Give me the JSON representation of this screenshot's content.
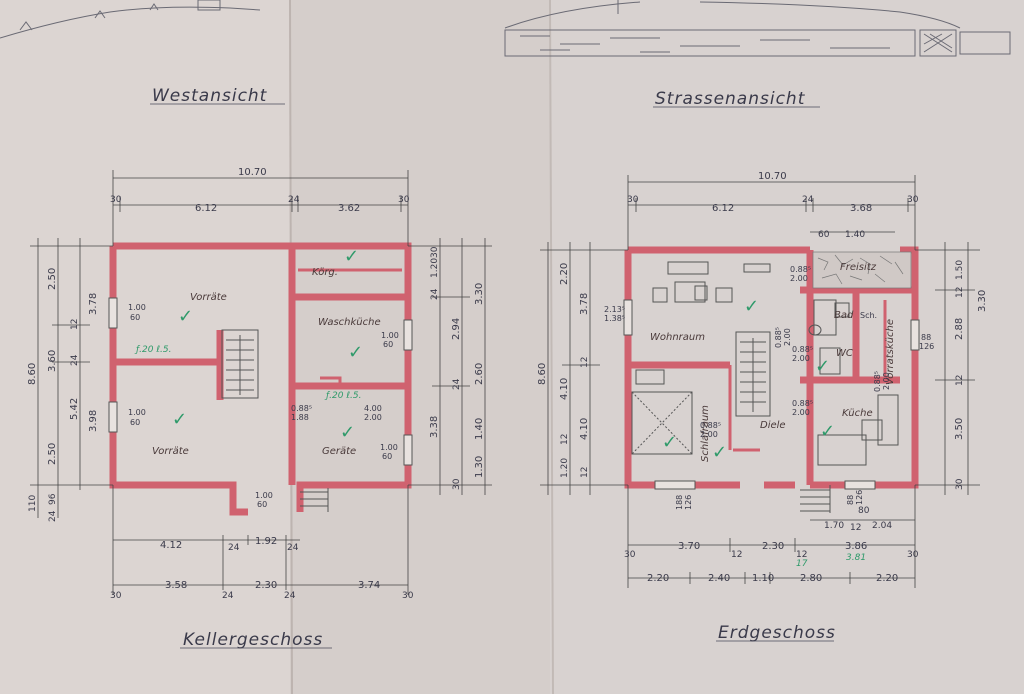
{
  "titles": {
    "west": "Westansicht",
    "street": "Strassenansicht",
    "basement": "Kellergeschoss",
    "ground": "Erdgeschoss"
  },
  "basement": {
    "rooms": {
      "vorraete_top": "Vorräte",
      "vorraete_bottom": "Vorräte",
      "koerg": "Körg.",
      "waschkueche": "Waschküche",
      "geraete": "Geräte"
    },
    "windows": {
      "w1": [
        "1.00",
        "60"
      ],
      "w2": [
        "1.00",
        "60"
      ],
      "w3": [
        "1.00",
        "60"
      ],
      "w4": [
        "1.00",
        "60"
      ],
      "w5": [
        "4.00",
        "2.00"
      ],
      "door": [
        "0.88⁵",
        "1.88"
      ],
      "stair_small": [
        "1.00",
        "60"
      ]
    },
    "dims_top": {
      "total": "10.70",
      "left_wall": "30",
      "a": "6.12",
      "mid_wall": "24",
      "b": "3.62",
      "right_wall": "30"
    },
    "dims_bottom1": {
      "a": "4.12",
      "w1": "24",
      "b": "1.92",
      "w2": "24"
    },
    "dims_bottom2": {
      "left_wall": "30",
      "a": "3.58",
      "w1": "24",
      "b": "2.30",
      "w2": "24",
      "c": "3.74",
      "right_wall": "30"
    },
    "dims_left_outer": {
      "total": "8.60",
      "a": "2.50",
      "b": "3.60",
      "c": "2.50",
      "d": "110",
      "e": "96",
      "f": "24"
    },
    "dims_left_inner": {
      "a": "3.78",
      "b": "12",
      "c": "5.42",
      "d": "24",
      "e": "3.98"
    },
    "dims_right": {
      "a": "1.20",
      "b": "24",
      "c": "3.30",
      "d": "2.94",
      "e": "2.60",
      "f": "24",
      "g": "3.38",
      "h": "1.40",
      "i": "1.30",
      "j": "30",
      "k": "30"
    },
    "notes": {
      "n1": "ƒ.20 ℓ.5.",
      "n2": "ƒ.20 ℓ.5."
    }
  },
  "ground": {
    "rooms": {
      "wohnraum": "Wohnraum",
      "schlafraum": "Schlafraum",
      "diele": "Diele",
      "kueche": "Küche",
      "bad": "Bad",
      "wc": "WC",
      "freisitz": "Freisitz",
      "vorratskueche": "Vorratsküche",
      "sch": "Sch."
    },
    "openings": {
      "o1": [
        "0.88⁵",
        "2.00"
      ],
      "o2": [
        "0.88⁵",
        "2.00"
      ],
      "o3": [
        "0.88⁵",
        "2.00"
      ],
      "o4": [
        "0.88⁵",
        "2.00"
      ],
      "o5": [
        "0.88⁵",
        "2.00"
      ],
      "o6": [
        "0.88⁵",
        "2.00"
      ],
      "o7": [
        "2.13⁵",
        "1.38⁵"
      ],
      "o8": [
        "88",
        "126"
      ],
      "o9": [
        "188",
        "126"
      ],
      "o10": [
        "88",
        "126"
      ]
    },
    "dims_top": {
      "total": "10.70",
      "left_wall": "30",
      "a": "6.12",
      "mid_wall": "24",
      "b": "3.68",
      "right_wall": "30",
      "c": "60",
      "d": "1.40"
    },
    "dims_bottom1": {
      "left_wall": "30",
      "a": "3.70",
      "w1": "12",
      "b": "2.30",
      "w2": "12",
      "c": "3.86",
      "right_wall": "30",
      "handwritten": "17",
      "handwritten2": "3.81"
    },
    "dims_bottom2": {
      "a": "2.20",
      "b": "2.40",
      "c": "1.10",
      "d": "2.80",
      "e": "2.20"
    },
    "dims_bottom_small": {
      "a": "80",
      "b": "1.70",
      "c": "12",
      "d": "2.04"
    },
    "dims_left": {
      "total": "8.60",
      "a": "2.20",
      "b": "3.78",
      "c": "12",
      "d": "4.10",
      "e": "12",
      "f": "4.10",
      "g": "1.20",
      "h": "12"
    },
    "dims_right": {
      "a": "1.50",
      "b": "12",
      "c": "3.30",
      "d": "2.88",
      "e": "12",
      "f": "3.50",
      "g": "30"
    }
  }
}
